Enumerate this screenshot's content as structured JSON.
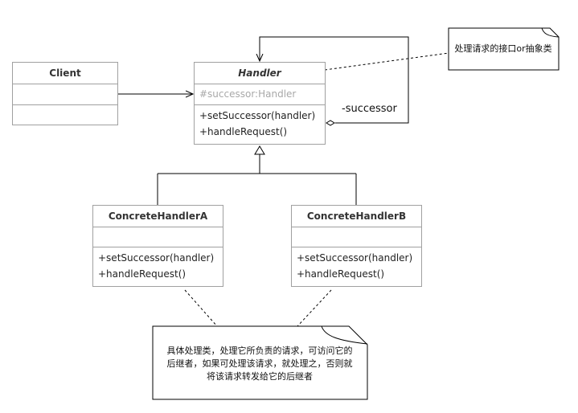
{
  "classes": {
    "client": {
      "name": "Client",
      "attributes": [],
      "operations": []
    },
    "handler": {
      "name": "Handler",
      "attributes": [
        "#successor:Handler"
      ],
      "operations": [
        "+setSuccessor(handler)",
        "+handleRequest()"
      ]
    },
    "concrete_a": {
      "name": "ConcreteHandlerA",
      "attributes": [],
      "operations": [
        "+setSuccessor(handler)",
        "+handleRequest()"
      ]
    },
    "concrete_b": {
      "name": "ConcreteHandlerB",
      "attributes": [],
      "operations": [
        "+setSuccessor(handler)",
        "+handleRequest()"
      ]
    }
  },
  "associations": {
    "successor_label": "-successor"
  },
  "notes": {
    "handler_note": "处理请求的接口or抽象类",
    "concrete_note": [
      "具体处理类，处理它所负责的请求，可访问它的",
      "后继者，如果可处理该请求，就处理之，否则就",
      "将该请求转发给它的后继者"
    ]
  },
  "colors": {
    "border": "#a0a0a0",
    "line": "#000000",
    "muted_text": "#a8a8a8"
  }
}
